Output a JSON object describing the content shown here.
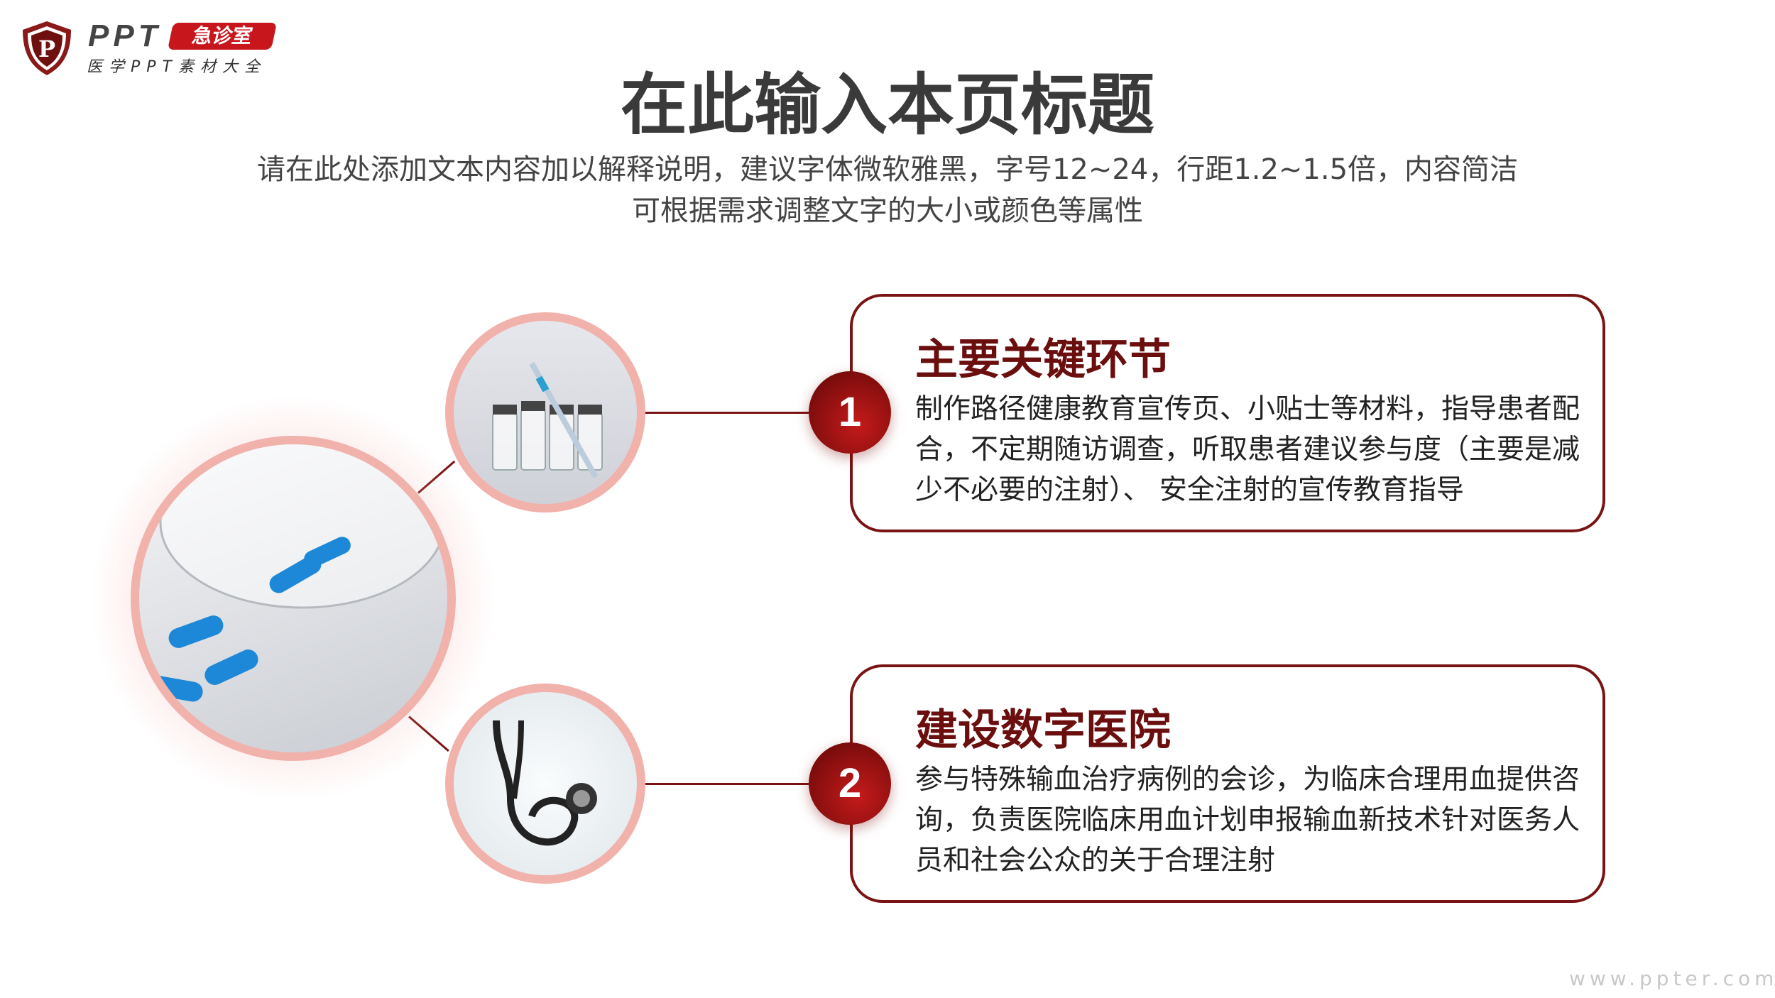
{
  "logo": {
    "brand": "PPT",
    "badge": "急诊室",
    "tagline": "医学PPT素材大全",
    "shield_letter": "P"
  },
  "header": {
    "title": "在此输入本页标题",
    "subtitle_lines": [
      "请在此处添加文本内容加以解释说明，建议字体微软雅黑，字号12~24，行距1.2~1.5倍，内容简洁",
      "可根据需求调整文字的大小或颜色等属性"
    ]
  },
  "items": [
    {
      "number": "1",
      "heading": "主要关键环节",
      "body": "制作路径健康教育宣传页、小贴士等材料，指导患者配合，不定期随访调查，听取患者建议参与度（主要是减少不必要的注射）、 安全注射的宣传教育指导",
      "image": "vials-syringe-photo"
    },
    {
      "number": "2",
      "heading": "建设数字医院",
      "body": "参与特殊输血治疗病例的会诊，为临床合理用血提供咨询，负责医院临床用血计划申报输血新技术针对医务人员和社会公众的关于合理注射",
      "image": "stethoscope-photo"
    }
  ],
  "main_image": "capsules-photo",
  "watermark": "www.ppter.com",
  "colors": {
    "accent": "#7a1414",
    "heading": "#6b0e0e",
    "ring": "#f1b2ab",
    "badge": "#c8161d"
  }
}
